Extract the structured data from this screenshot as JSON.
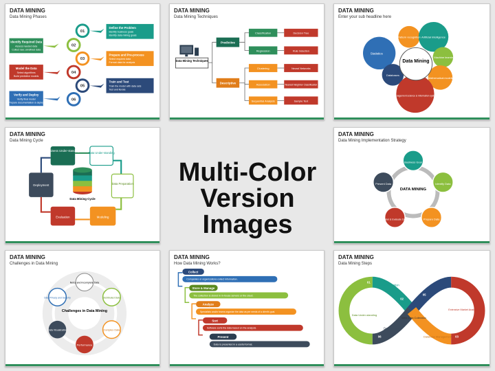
{
  "center": {
    "line1": "Multi-Color",
    "line2": "Version Images"
  },
  "slides": [
    {
      "title": "DATA MINING",
      "subtitle": "Data Mining Phases",
      "nums": [
        "01",
        "02",
        "03",
        "04",
        "05",
        "06"
      ],
      "left": [
        {
          "head": "Identify Required Data",
          "l1": "Assess needed data",
          "l2": "Collect raw, unrefined data"
        },
        {
          "head": "Model the Data",
          "l1": "Select algorithms",
          "l2": "Build predictive models"
        },
        {
          "head": "Verify and Deploy",
          "l1": "Verify final model",
          "l2": "Prepare documentation & deploy"
        }
      ],
      "right": [
        {
          "head": "Define the Problem",
          "l1": "Identify business goals",
          "l2": "Identify data mining goals"
        },
        {
          "head": "Prepare and Pre-process",
          "l1": "Select required data",
          "l2": "Format data for analysis"
        },
        {
          "head": "Train and Test",
          "l1": "Train the model with data sets",
          "l2": "Test and iterate"
        }
      ]
    },
    {
      "title": "DATA MINING",
      "subtitle": "Data Mining Techniques",
      "root": "Data Mining Techniques",
      "branches": [
        "Predictive",
        "Descriptive"
      ],
      "mids": [
        "Classification",
        "Regression",
        "Clustering",
        "Association",
        "Sequential Analysis"
      ],
      "leaves": [
        "Decision Tree",
        "Rule Induction",
        "Neural Networks",
        "Nearest Neighbor Classification",
        "Sample Text"
      ]
    },
    {
      "title": "DATA MINING",
      "subtitle": "Enter your sub headline here",
      "center": "Data Mining",
      "items": [
        "Pattern recognition",
        "Artificial Intelligence",
        "Statistics",
        "Machine learning",
        "Mathematical modeling",
        "Databases",
        "Management science & information systems"
      ]
    },
    {
      "title": "DATA MINING",
      "subtitle": "Data Mining Cycle",
      "center": "Data Mining Cycle",
      "items": [
        "Business Under-standing",
        "Data Under-standing",
        "Data Preparation",
        "Modeling",
        "Evaluation",
        "Deployment"
      ]
    },
    {
      "title": "DATA MINING",
      "subtitle": "Data Mining Implementation Strategy",
      "center": "DATA MINING",
      "items": [
        "Business Goal",
        "Identify Data",
        "Prepare Data",
        "Model & Evaluate Data",
        "Present Data"
      ]
    },
    {
      "title": "DATA MINING",
      "subtitle": "Challenges in Data Mining",
      "center": "Challenges in Data Mining",
      "items": [
        "Noisy and Incomplete Data",
        "Distributed Data",
        "Complex Data",
        "Performance",
        "Data Visualization",
        "Data Privacy and Security"
      ]
    },
    {
      "title": "DATA MINING",
      "subtitle": "How Data Mining Works?",
      "steps": [
        {
          "head": "Collect",
          "body": "Companies or organizations collect information."
        },
        {
          "head": "Store & Manage",
          "body": "The collection is stored in in-house servers or the cloud."
        },
        {
          "head": "Analyze",
          "body": "Specialists and/or teams organize the data as per needs of a client's goal."
        },
        {
          "head": "Sort",
          "body": "Software sorts the data based on the analysis."
        },
        {
          "head": "Present",
          "body": "Data is presented in a useful format."
        }
      ]
    },
    {
      "title": "DATA MINING",
      "subtitle": "Data Mining Steps",
      "nums": [
        "01",
        "02",
        "03",
        "04",
        "05",
        "06",
        "07"
      ],
      "items": [
        "Database Creation",
        "Web Data Collection",
        "Database Management",
        "Extensive Market Analysis",
        "Evaluation",
        "Deployment",
        "Data Under-standing"
      ]
    }
  ],
  "colors": {
    "green": "#2f8f5b",
    "teal": "#1a9c8a",
    "orange": "#f39221",
    "red": "#c0392b",
    "navy": "#2c4a7a",
    "blue": "#2f6fb5",
    "lime": "#8cbf3f",
    "slate": "#3d4b5c"
  }
}
